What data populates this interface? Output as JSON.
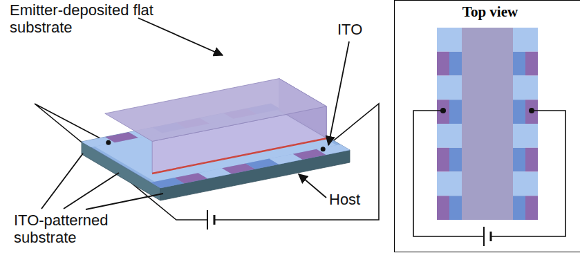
{
  "diagram": {
    "nodes": [
      {
        "text": [
          "Top view"
        ]
      }
    ],
    "labels": [
      "Emitter-deposited flat substrate",
      "ITO",
      "Host",
      "ITO-patterned substrate"
    ]
  }
}
